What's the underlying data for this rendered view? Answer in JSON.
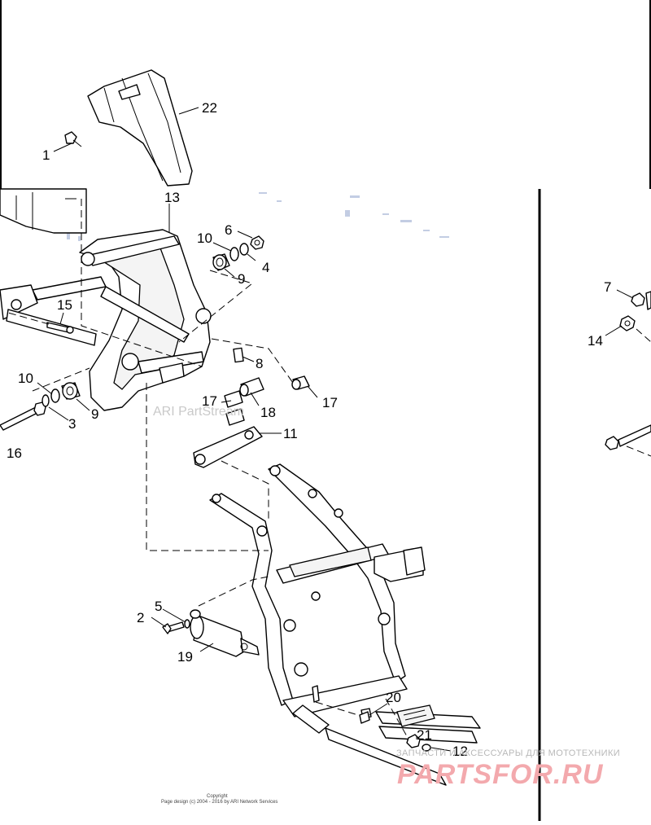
{
  "callouts": {
    "c1": "1",
    "c2": "2",
    "c3": "3",
    "c4": "4",
    "c5": "5",
    "c6": "6",
    "c7": "7",
    "c8": "8",
    "c9a": "9",
    "c9b": "9",
    "c10a": "10",
    "c10b": "10",
    "c11": "11",
    "c12": "12",
    "c13": "13",
    "c14": "14",
    "c15": "15",
    "c16": "16",
    "c17a": "17",
    "c17b": "17",
    "c18": "18",
    "c19": "19",
    "c20": "20",
    "c21": "21",
    "c22": "22"
  },
  "watermark": {
    "text": "ARI PartStream"
  },
  "copyright": {
    "line1": "Copyright",
    "line2": "Page design (c) 2004 - 2016 by ARI Network Services"
  },
  "branding": {
    "tagline": "ЗАПЧАСТИ И АКСЕССУАРЫ ДЛЯ МОТОТЕХНИКИ",
    "logo_text": "PARTSFOR.RU",
    "logo_color": "#f3a9ad"
  }
}
